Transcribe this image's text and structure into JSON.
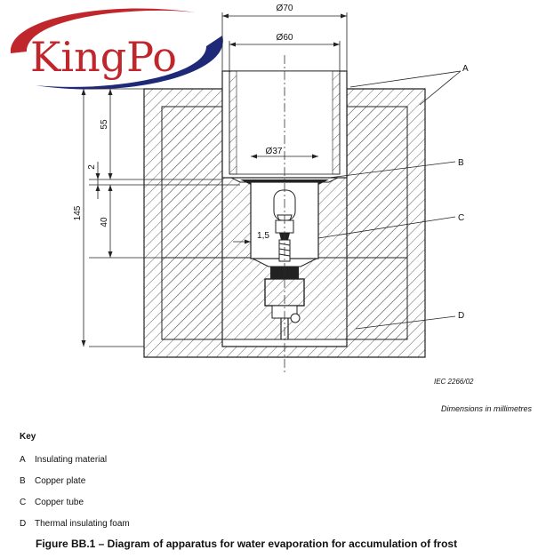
{
  "logo": {
    "text": "KingPo",
    "color_red": "#c0272d",
    "color_navy": "#1e2a78"
  },
  "dimensions": {
    "d70": "Ø70",
    "d60": "Ø60",
    "d37": "Ø37",
    "d55": "55",
    "d2": "2",
    "d40": "40",
    "d145": "145",
    "d15": "1,5"
  },
  "callouts": {
    "a": "A",
    "b": "B",
    "c": "C",
    "d": "D"
  },
  "ref_code": "IEC  2266/02",
  "units_note": "Dimensions in millimetres",
  "key": {
    "title": "Key",
    "items": [
      {
        "letter": "A",
        "label": "Insulating material"
      },
      {
        "letter": "B",
        "label": "Copper plate"
      },
      {
        "letter": "C",
        "label": "Copper tube"
      },
      {
        "letter": "D",
        "label": "Thermal insulating foam"
      }
    ]
  },
  "caption": "Figure BB.1 – Diagram of apparatus for water evaporation for accumulation of frost"
}
